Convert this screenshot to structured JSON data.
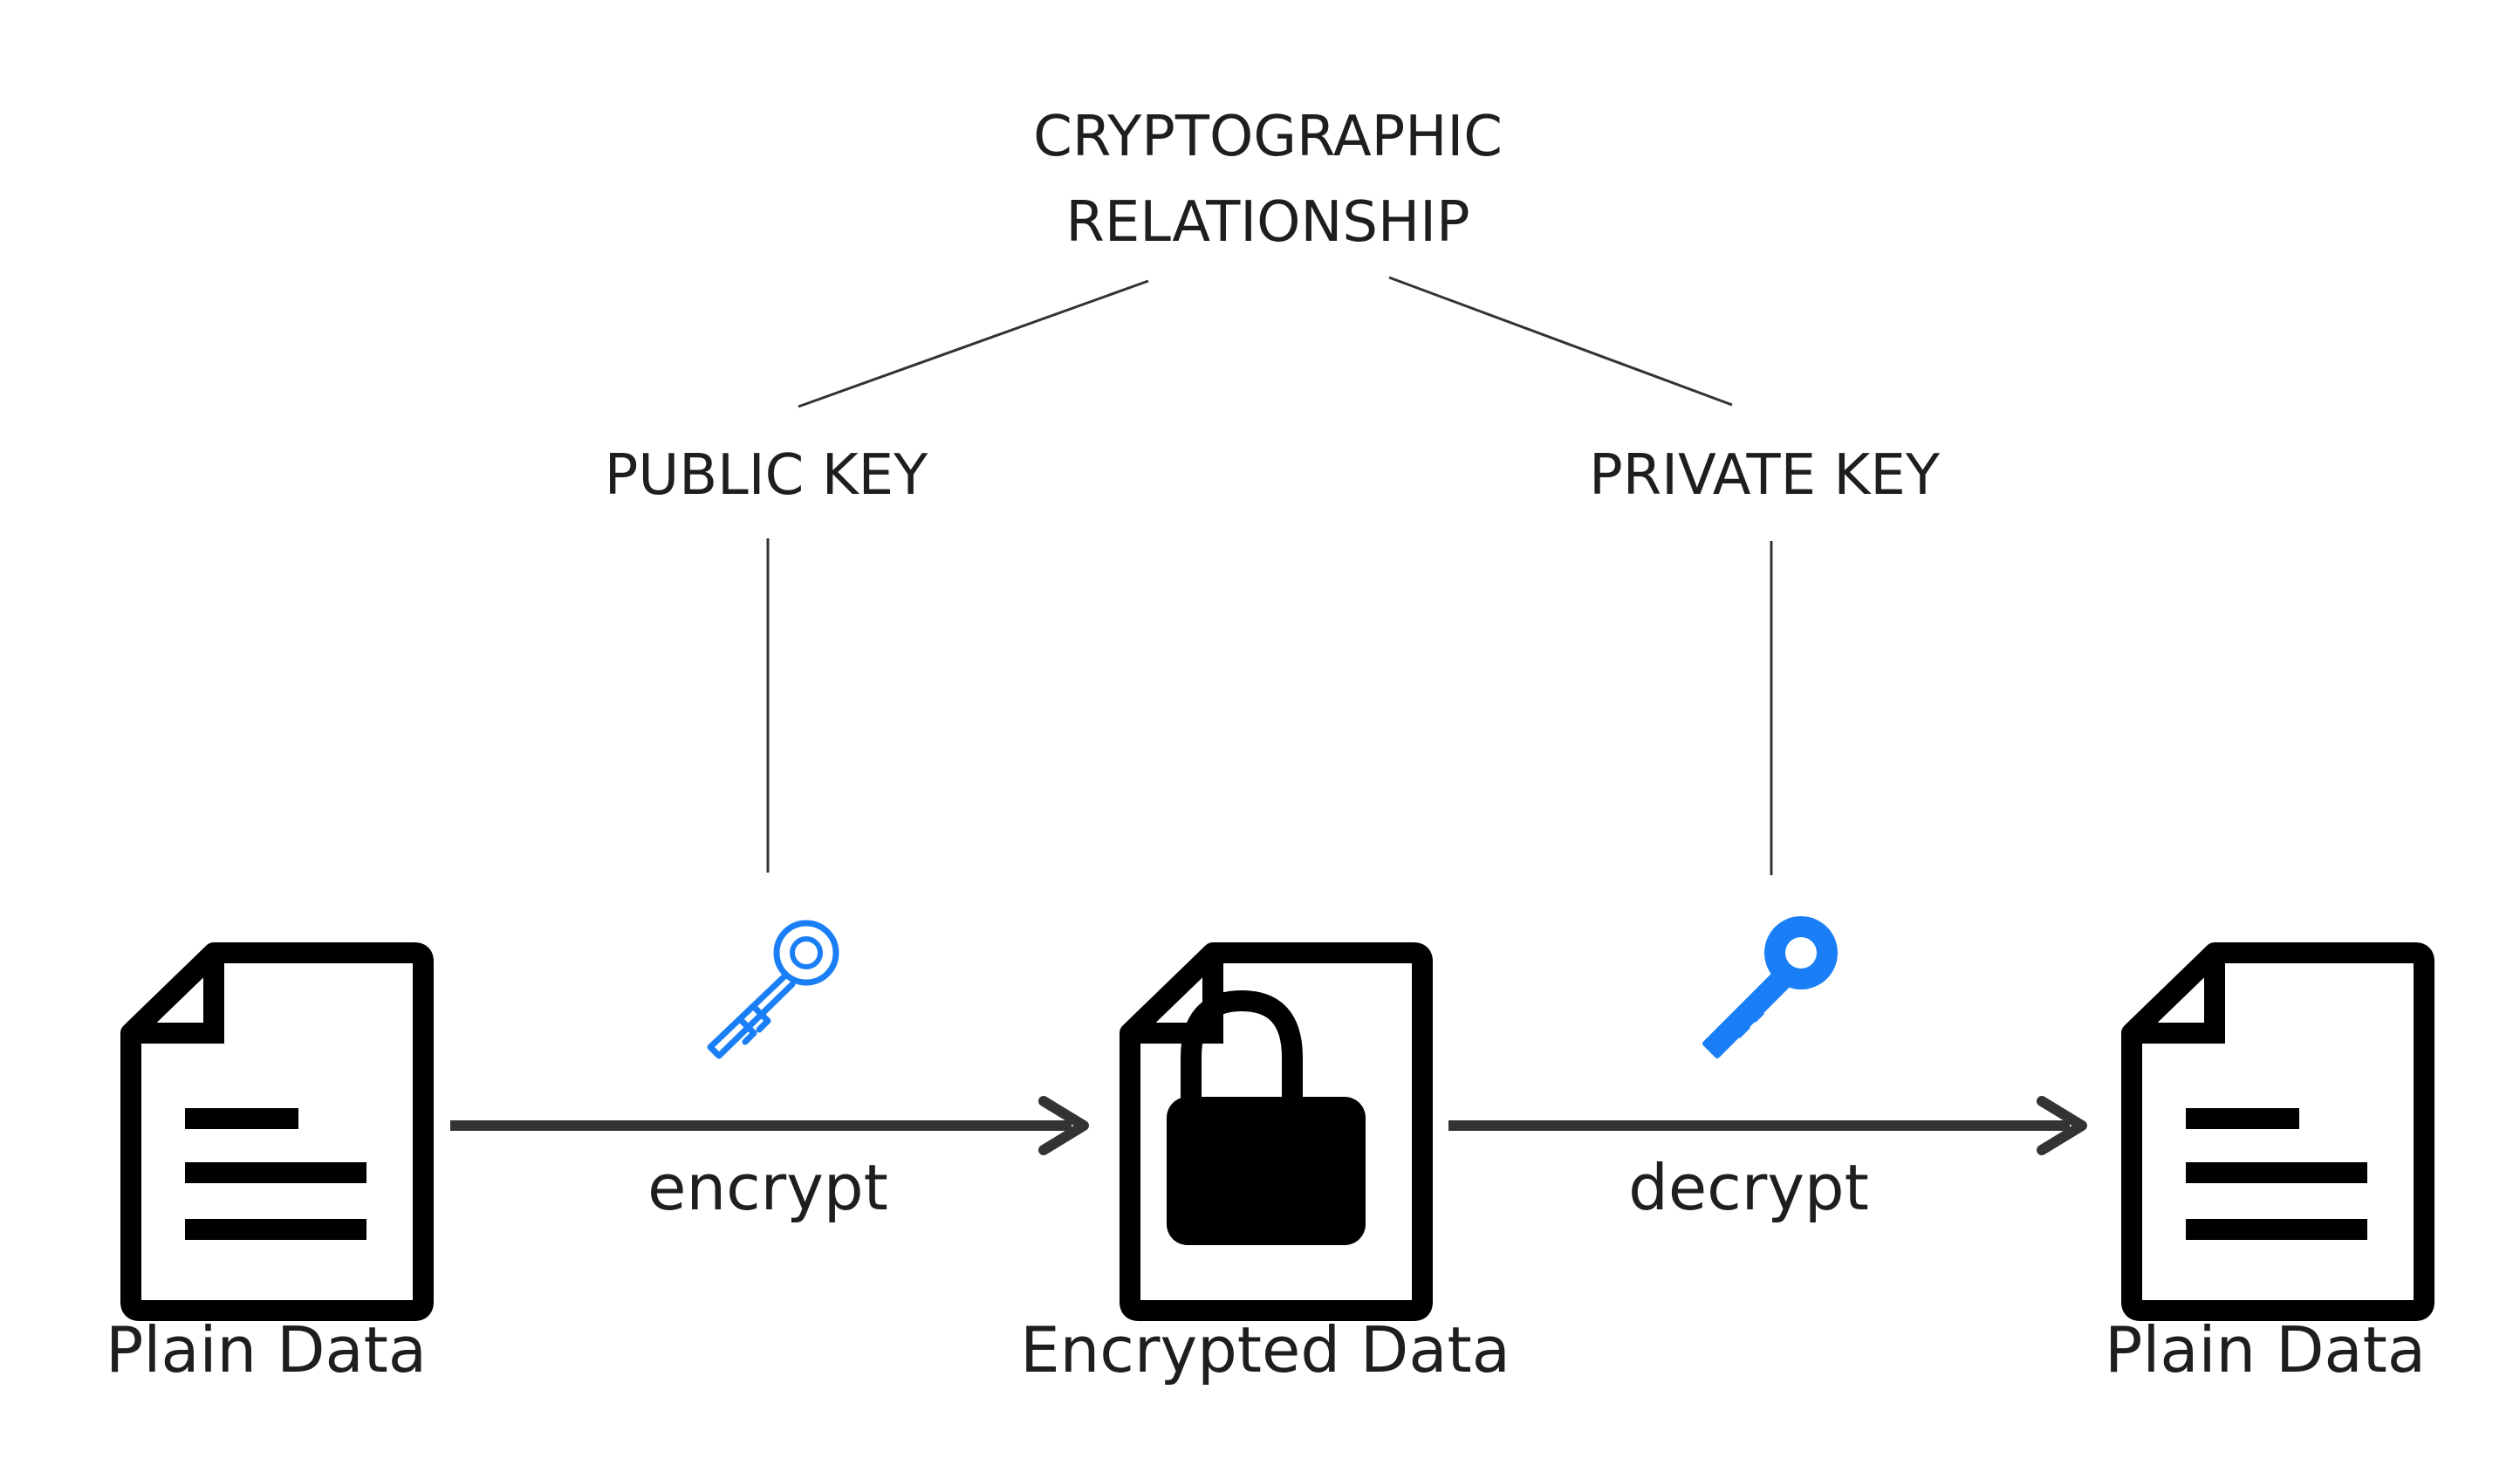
{
  "title": {
    "line1": "CRYPTOGRAPHIC",
    "line2": "RELATIONSHIP"
  },
  "keys": {
    "public": "PUBLIC KEY",
    "private": "PRIVATE KEY"
  },
  "operations": {
    "encrypt": "encrypt",
    "decrypt": "decrypt"
  },
  "documents": {
    "plain_left": "Plain Data",
    "encrypted": "Encrypted Data",
    "plain_right": "Plain Data"
  },
  "icons": {
    "public_key": "key-outline-icon",
    "private_key": "key-filled-icon",
    "document": "document-icon",
    "lock": "padlock-icon"
  },
  "colors": {
    "text": "#1e1e1e",
    "connector": "#333333",
    "key_accent": "#1a7ff6",
    "document": "#000000"
  }
}
